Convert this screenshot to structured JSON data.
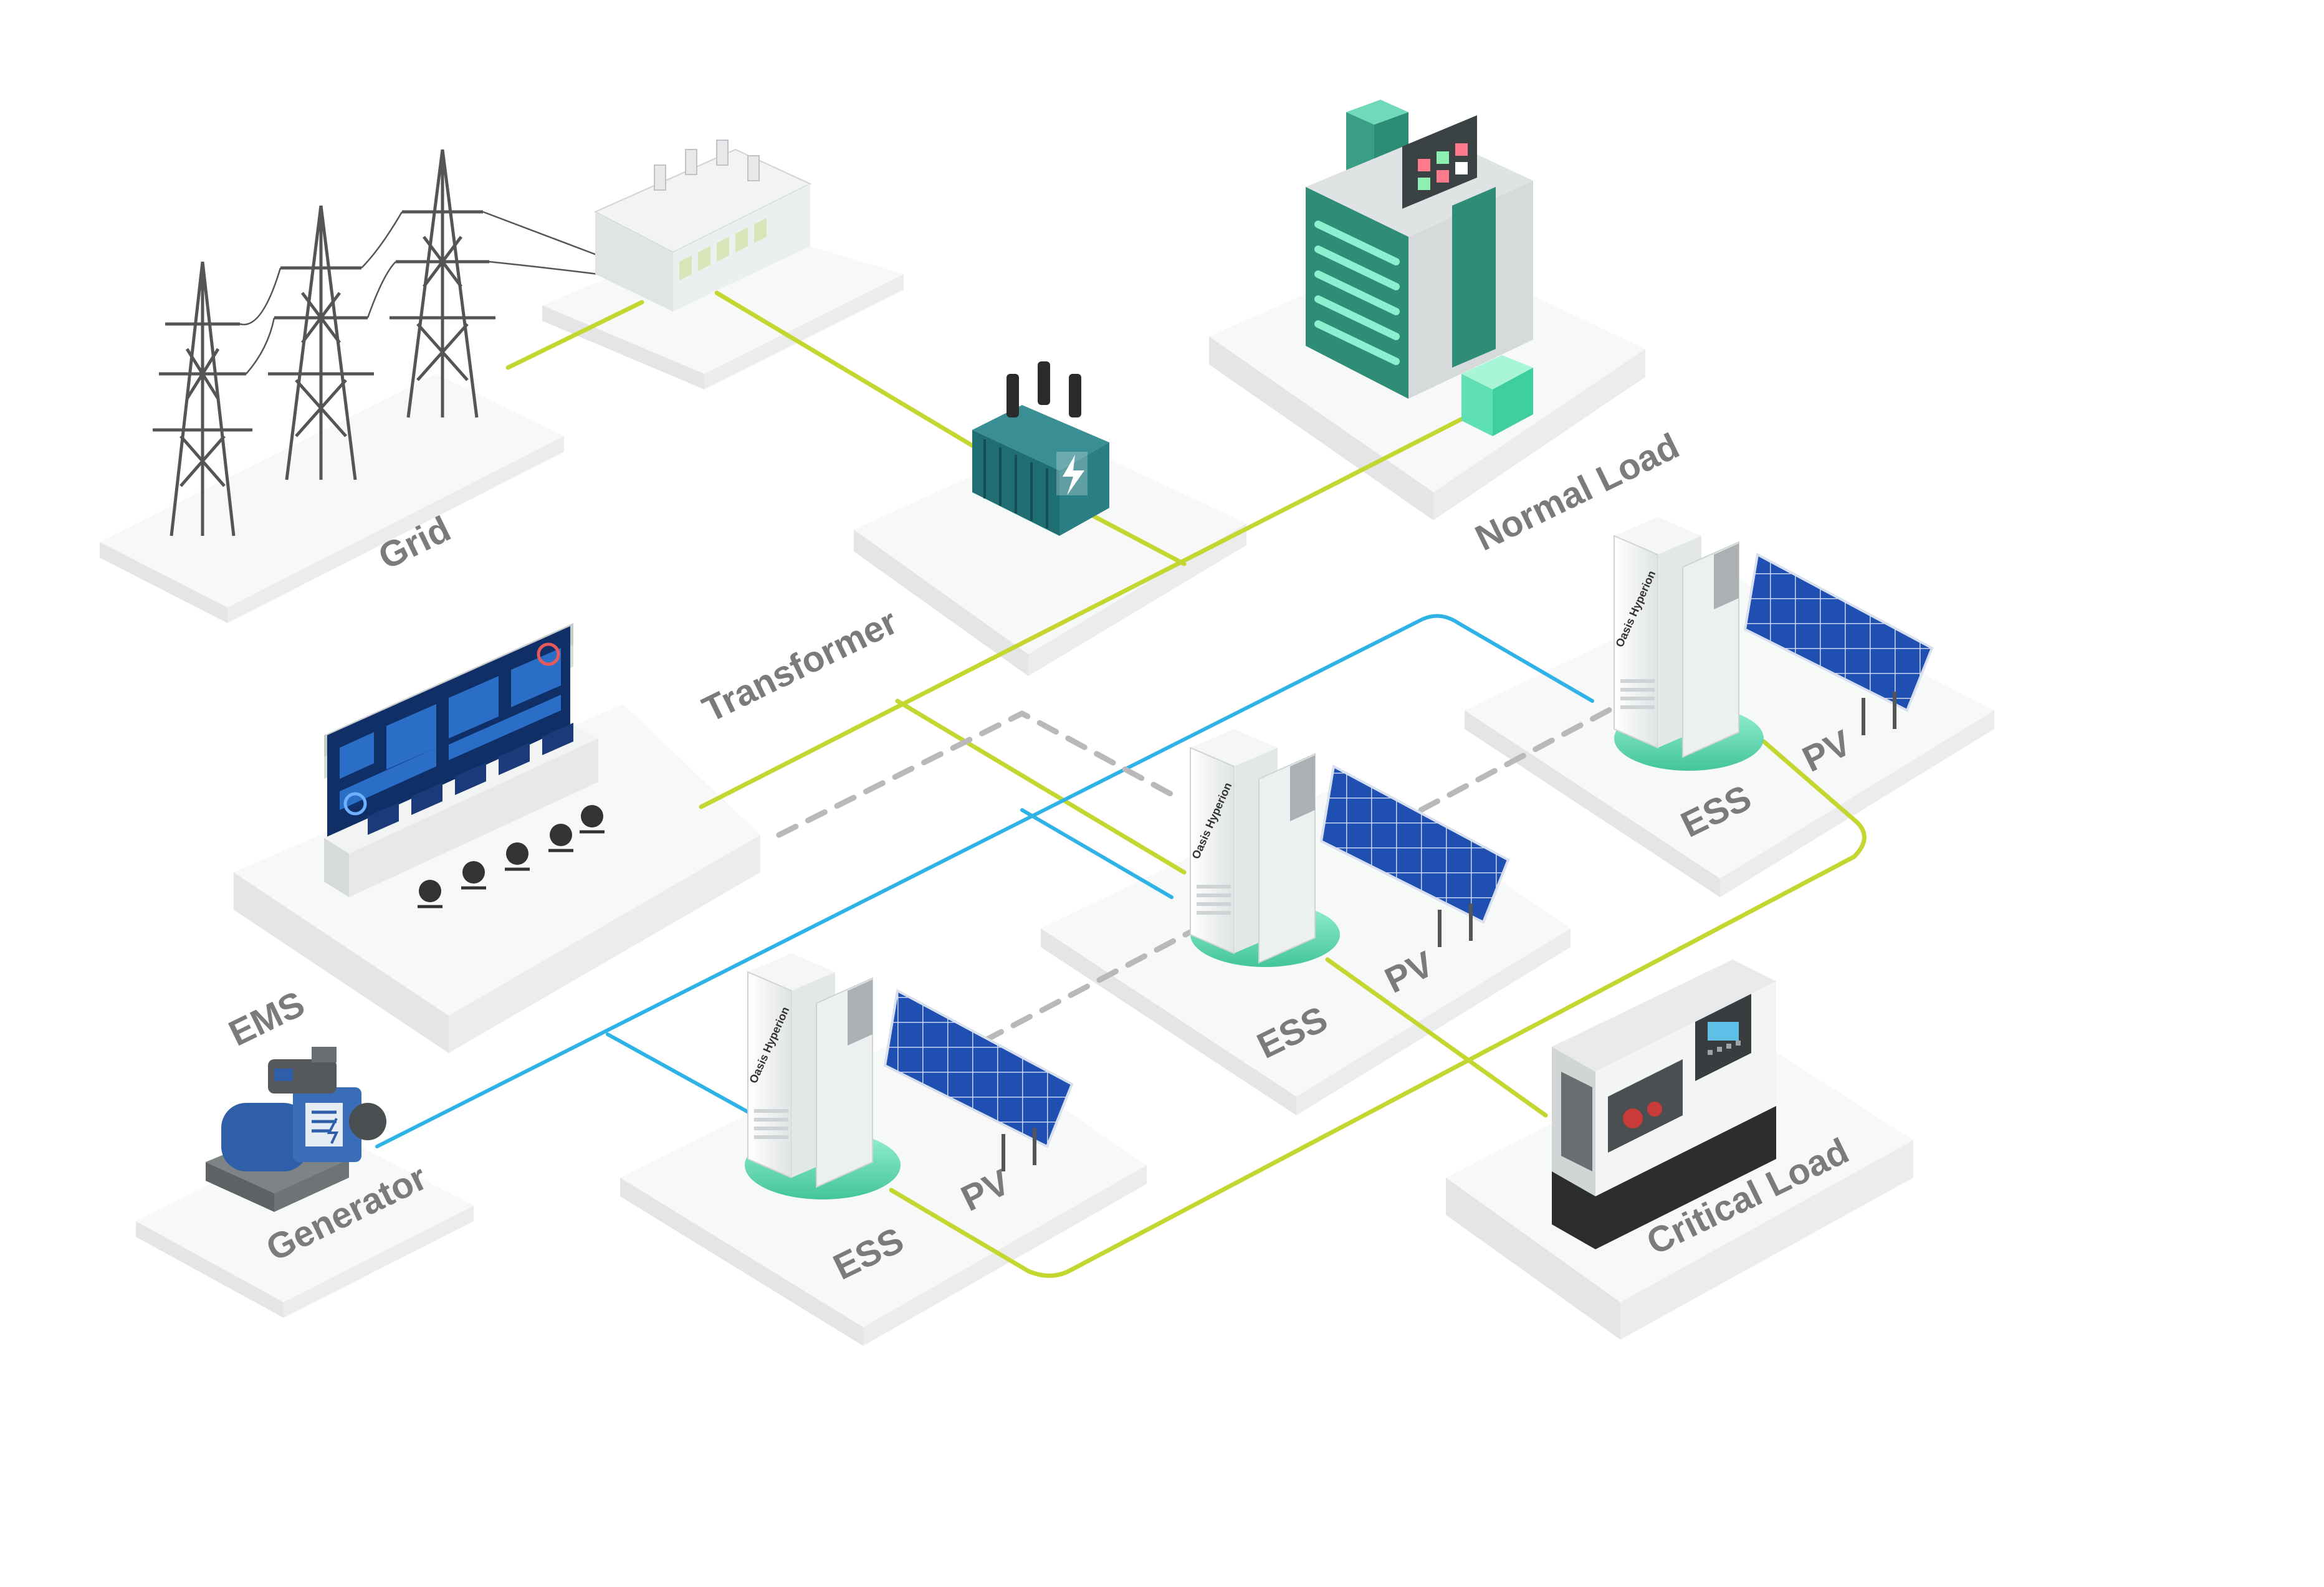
{
  "labels": {
    "grid": "Grid",
    "transformer": "Transformer",
    "normal_load": "Normal Load",
    "ems": "EMS",
    "generator": "Generator",
    "critical_load": "Critical Load",
    "ess": "ESS",
    "pv": "PV"
  },
  "cabinet_brand": "Oasis Hyperion",
  "colors": {
    "ac_line": "#c4d630",
    "dc_line": "#2fb3e6",
    "comm_line": "#b9b9b9",
    "label": "#7b7b7b",
    "platform_top": "#f7f8f8",
    "platform_side": "#e3e5e6",
    "accent_glow": "#5fe0b4",
    "building": "#2c8c76",
    "solar": "#1f4fb0",
    "transformer": "#1f6e74",
    "generator": "#3a6db8"
  },
  "icons": {
    "grid": "transmission-tower-icon",
    "substation": "substation-icon",
    "transformer": "transformer-icon",
    "building": "office-building-icon",
    "ems": "control-room-icon",
    "generator": "generator-icon",
    "cabinet": "battery-cabinet-icon",
    "solar": "solar-panel-icon",
    "machine": "cnc-machine-icon"
  }
}
